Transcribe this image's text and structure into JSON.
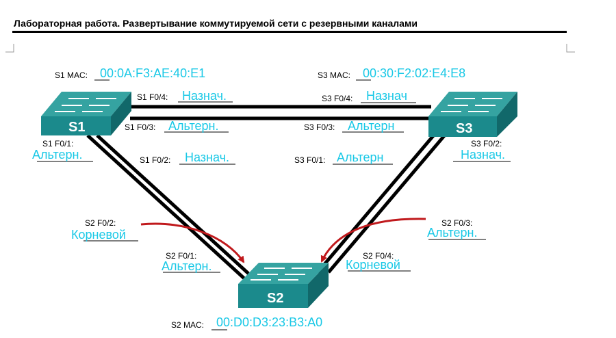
{
  "header": {
    "title": "Лабораторная работа. Развертывание коммутируемой сети с резервными каналами"
  },
  "switches": {
    "s1": {
      "name": "S1"
    },
    "s2": {
      "name": "S2"
    },
    "s3": {
      "name": "S3"
    }
  },
  "mac": {
    "s1": {
      "label": "S1 MAC:",
      "value": "00:0A:F3:AE:40:E1"
    },
    "s2": {
      "label": "S2 MAC:",
      "value": "00:D0:D3:23:B3:A0"
    },
    "s3": {
      "label": "S3 MAC:",
      "value": "00:30:F2:02:E4:E8"
    }
  },
  "ports": {
    "s1_f04": {
      "label": "S1 F0/4:",
      "role": "Назнач."
    },
    "s1_f03": {
      "label": "S1 F0/3:",
      "role": "Альтерн."
    },
    "s1_f01": {
      "label": "S1 F0/1:",
      "role": "Альтерн."
    },
    "s1_f02": {
      "label": "S1 F0/2:",
      "role": "Назнач."
    },
    "s3_f04": {
      "label": "S3 F0/4:",
      "role": "Назнач"
    },
    "s3_f03": {
      "label": "S3 F0/3:",
      "role": "Альтерн"
    },
    "s3_f01": {
      "label": "S3 F0/1:",
      "role": "Альтерн"
    },
    "s3_f02": {
      "label": "S3 F0/2:",
      "role": "Назнач."
    },
    "s2_f02": {
      "label": "S2 F0/2:",
      "role": "Корневой"
    },
    "s2_f01": {
      "label": "S2 F0/1:",
      "role": "Альтерн."
    },
    "s2_f03": {
      "label": "S2 F0/3:",
      "role": "Альтерн."
    },
    "s2_f04": {
      "label": "S2 F0/4:",
      "role": "Корневой"
    }
  },
  "colors": {
    "value_text": "#19c8e6",
    "switch_body": "#1b8a8c",
    "arrow": "#c0191c",
    "link": "#000000"
  }
}
